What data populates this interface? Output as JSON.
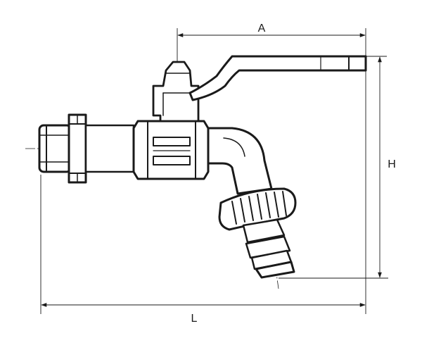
{
  "dimensions": {
    "a_label": "A",
    "h_label": "H",
    "l_label": "L"
  },
  "colors": {
    "ink": "#1a1a1a",
    "background": "#ffffff"
  }
}
